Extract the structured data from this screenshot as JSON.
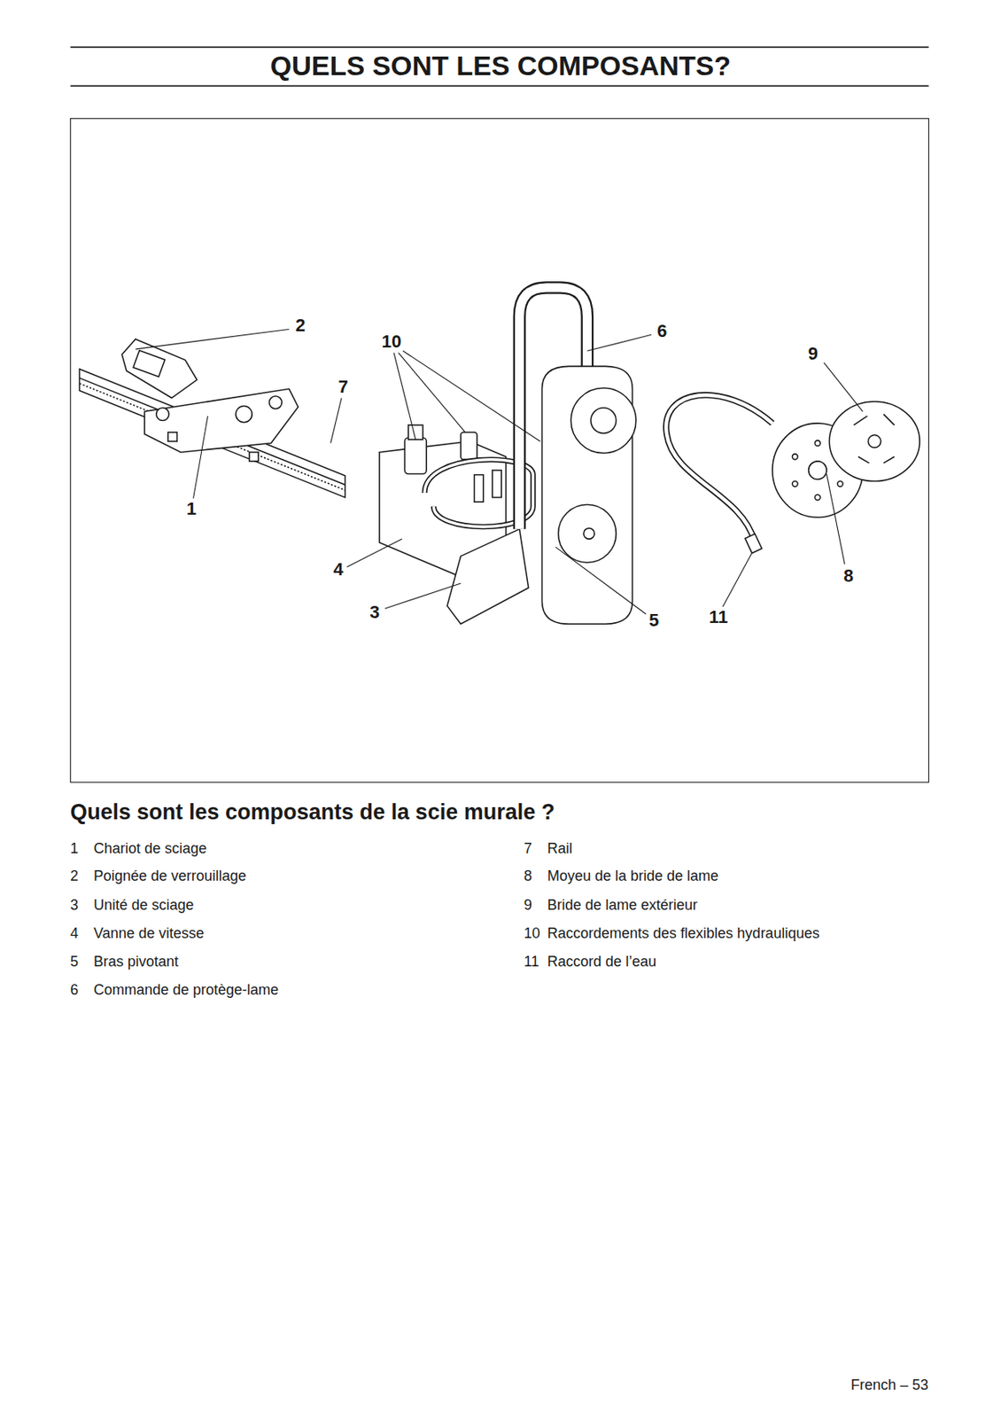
{
  "diagram": {
    "title": "QUELS SONT LES COMPOSANTS?",
    "caption": "Quels sont les composants de la scie murale ?",
    "labels": [
      "2",
      "10",
      "6",
      "9",
      "7",
      "1",
      "4",
      "3",
      "5",
      "11",
      "8",
      "1",
      "Chariot de sciage",
      "2",
      "Poignée de verrouillage",
      "3",
      "Unité de sciage",
      "4",
      "Vanne de vitesse",
      "5",
      "Bras pivotant",
      "6",
      "Commande de protège-lame",
      "7",
      "Rail",
      "8",
      "Moyeu de la bride de lame",
      "9",
      "Bride de lame extérieur",
      "10",
      "Raccordements des flexibles hydrauliques",
      "11",
      "Raccord de l’eau",
      "French – 53"
    ]
  }
}
